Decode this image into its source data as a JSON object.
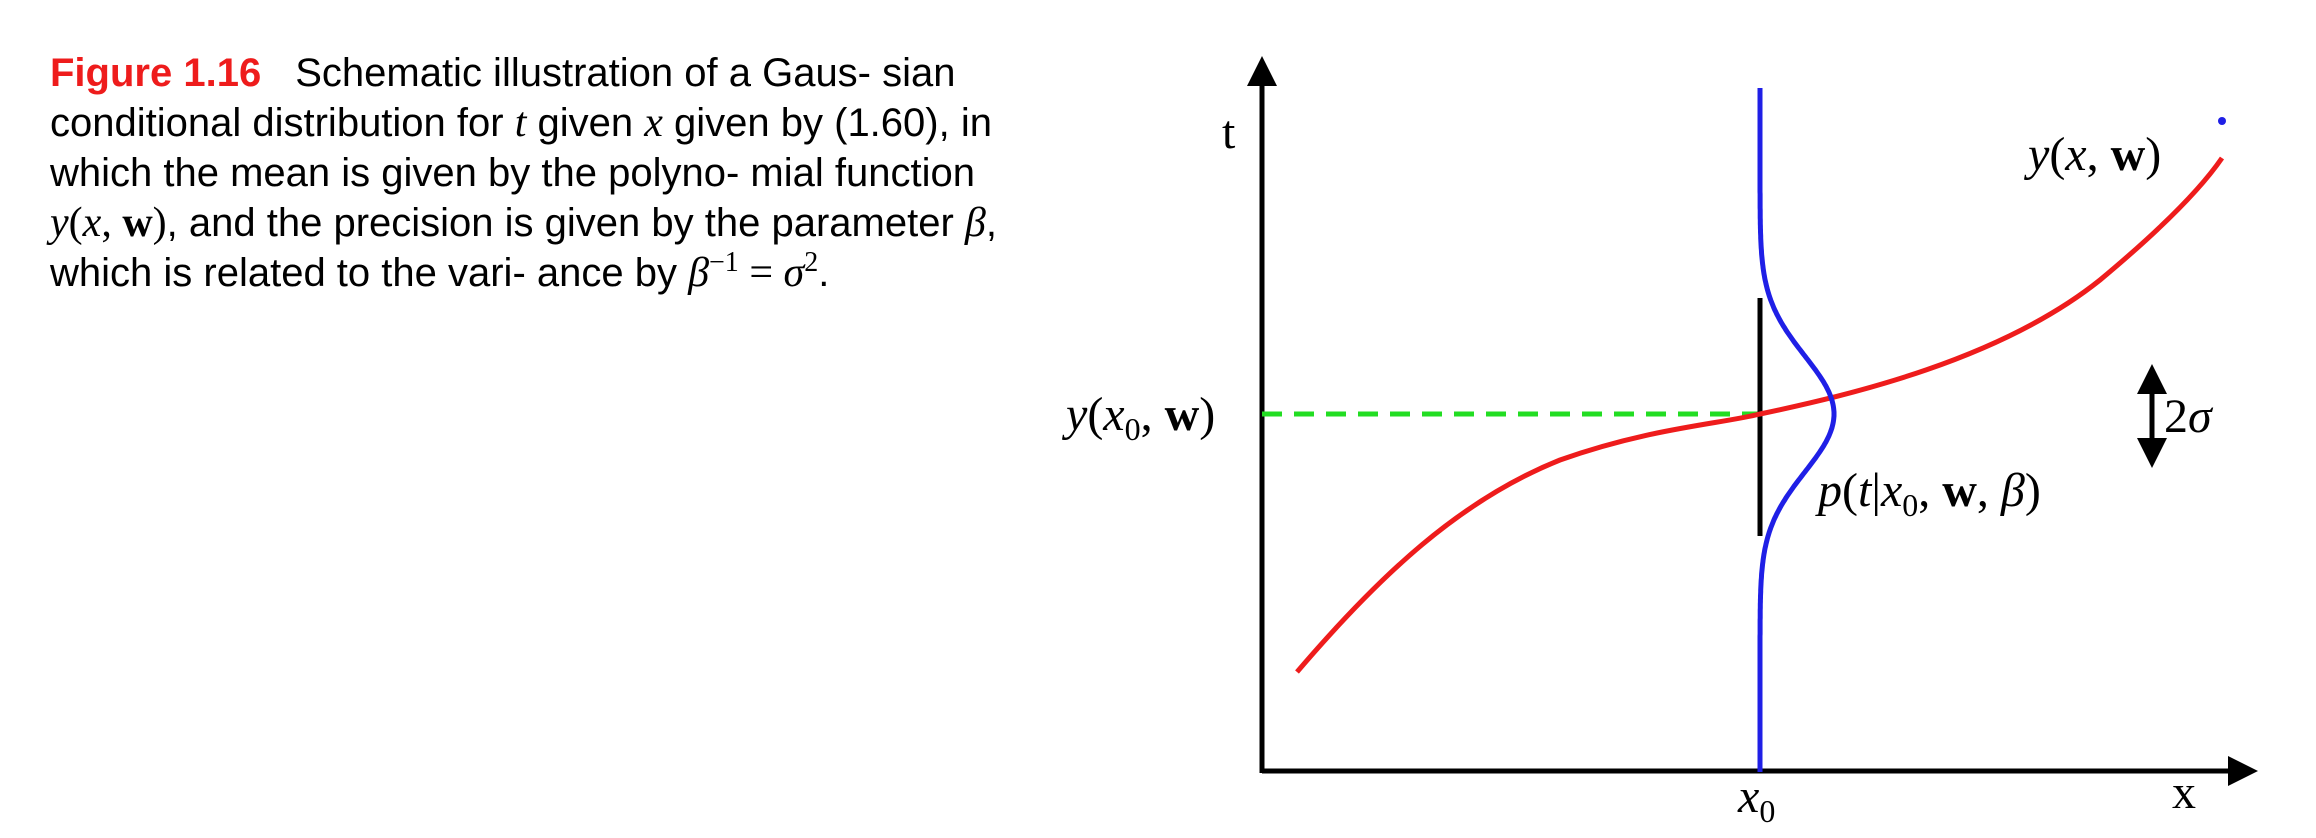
{
  "caption": {
    "label": "Figure 1.16",
    "t1": "Schematic illustration of a Gaus- sian conditional distribution for ",
    "m1": "t",
    "t2": " given ",
    "m2": "x",
    "t3": " given by (1.60), in which the mean is given by the polyno- mial function ",
    "m3_pre": "y",
    "m3_open": "(",
    "m3_x": "x",
    "m3_comma": ", ",
    "m3_w": "w",
    "m3_close": ")",
    "t4": ", and the precision is given by the parameter ",
    "m4": "β",
    "t5": ", which is related to the vari- ance by ",
    "m5_beta": "β",
    "m5_exp": "−1",
    "m5_eq": " = ",
    "m5_sigma": "σ",
    "m5_exp2": "2",
    "t6": "."
  },
  "figure": {
    "axis_t_label": "t",
    "axis_x_label": "x",
    "x0_label": "x",
    "x0_sub": "0",
    "curve_label": {
      "y": "y",
      "open": "(",
      "x": "x",
      "comma": ", ",
      "w": "w",
      "close": ")"
    },
    "mean_label": {
      "y": "y",
      "open": "(",
      "x": "x",
      "sub": "0",
      "comma": ", ",
      "w": "w",
      "close": ")"
    },
    "dist_label": {
      "p": "p",
      "open": "(",
      "t": "t",
      "bar": "|",
      "x": "x",
      "sub": "0",
      "comma1": ", ",
      "w": "w",
      "comma2": ", ",
      "beta": "β",
      "close": ")"
    },
    "sigma_label": {
      "two": "2",
      "sigma": "σ"
    },
    "colors": {
      "axes": "#000000",
      "curve": "#ee1c1c",
      "gaussian": "#1f1fe6",
      "mean_line": "#22dd22",
      "caption_label": "#ee1c1c"
    }
  }
}
